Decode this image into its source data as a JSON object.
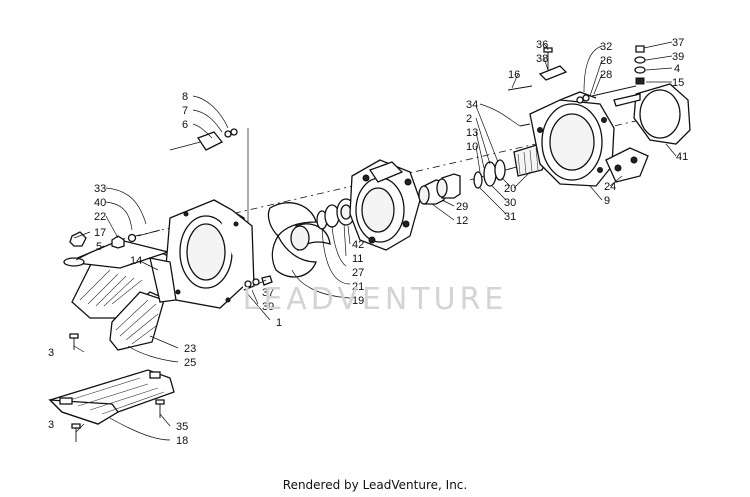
{
  "diagram": {
    "callouts": {
      "c1": "1",
      "c2": "2",
      "c3a": "3",
      "c3b": "3",
      "c4": "4",
      "c5": "5",
      "c6": "6",
      "c7": "7",
      "c8": "8",
      "c9": "9",
      "c10": "10",
      "c11": "11",
      "c12": "12",
      "c13": "13",
      "c14": "14",
      "c15": "15",
      "c16": "16",
      "c17": "17",
      "c18": "18",
      "c19": "19",
      "c20": "20",
      "c21": "21",
      "c22": "22",
      "c23": "23",
      "c24": "24",
      "c25": "25",
      "c26": "26",
      "c27": "27",
      "c28": "28",
      "c29": "29",
      "c30": "30",
      "c31": "31",
      "c32": "32",
      "c33": "33",
      "c34": "34",
      "c35": "35",
      "c36": "36",
      "c37a": "37",
      "c37b": "37",
      "c38": "38",
      "c39a": "39",
      "c39b": "39",
      "c40": "40",
      "c41": "41",
      "c42": "42"
    },
    "watermark": "LEADVENTURE",
    "footer": "Rendered by LeadVenture, Inc."
  }
}
